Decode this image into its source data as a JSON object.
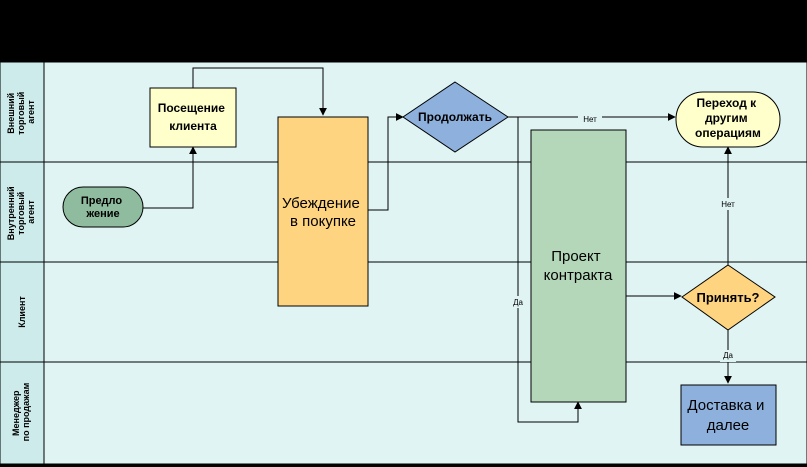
{
  "lanes": [
    {
      "lines": [
        "Внешний",
        "торговый",
        "агент"
      ]
    },
    {
      "lines": [
        "Внутренний",
        "торговый",
        "агент"
      ]
    },
    {
      "lines": [
        "Клиент"
      ]
    },
    {
      "lines": [
        "Менеджер",
        "по продажам"
      ]
    }
  ],
  "nodes": {
    "offer": {
      "lines": [
        "Предло",
        "жение"
      ]
    },
    "visit": {
      "lines": [
        "Посещение",
        "клиента"
      ]
    },
    "persuade": {
      "lines": [
        "Убеждение",
        "в покупке"
      ]
    },
    "continue": {
      "lines": [
        "Продолжать"
      ]
    },
    "other_ops": {
      "lines": [
        "Переход к",
        "другим",
        "операциям"
      ]
    },
    "contract": {
      "lines": [
        "Проект",
        "контракта"
      ]
    },
    "accept": {
      "lines": [
        "Принять?"
      ]
    },
    "delivery": {
      "lines": [
        "Доставка и",
        "далее"
      ]
    }
  },
  "edge_labels": {
    "no_top": "Нет",
    "no_right": "Нет",
    "yes_left": "Да",
    "yes_bottom": "Да"
  },
  "colors": {
    "background": "#E0F4F4",
    "lane_header": "#CDEBEB",
    "offer": "#8FBC9E",
    "visit": "#FFFFCC",
    "persuade": "#FFD480",
    "continue": "#8DB0DC",
    "other_ops": "#FFFFCC",
    "contract": "#B3D7B8",
    "accept": "#FFD480",
    "delivery": "#8DB0DC"
  }
}
